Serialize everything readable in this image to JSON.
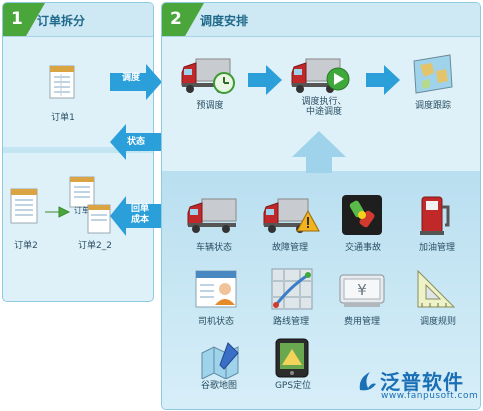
{
  "left_panel": {
    "number": "1",
    "title": "订单拆分",
    "order1_label": "订单1",
    "order2_label": "订单2",
    "order22_label": "订单2_2",
    "order21_label": "订单2_1"
  },
  "right_panel": {
    "number": "2",
    "title": "调度安排",
    "flow": [
      {
        "label": "预调度"
      },
      {
        "label_line1": "调度执行、",
        "label_line2": "中途调度"
      },
      {
        "label": "调度跟踪"
      }
    ],
    "features": [
      "车辆状态",
      "故障管理",
      "交通事故",
      "加油管理",
      "司机状态",
      "路线管理",
      "费用管理",
      "调度规则",
      "谷歌地图",
      "GPS定位"
    ]
  },
  "arrows": {
    "dispatch": "调度",
    "status": "状态",
    "return_line1": "回单",
    "return_line2": "成本"
  },
  "logo": {
    "name": "泛普软件",
    "url": "www.fanpusoft.com"
  },
  "colors": {
    "badge": "#4aa63a",
    "arrow": "#2b9fd9",
    "panel": "#dff1f8"
  }
}
